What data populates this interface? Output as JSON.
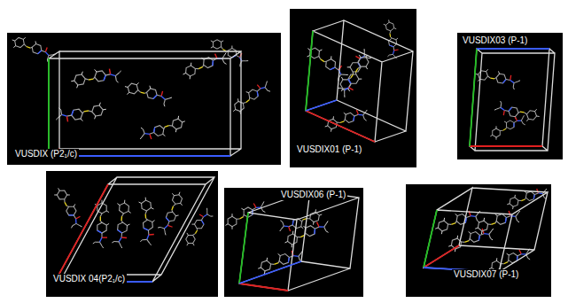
{
  "diagram": {
    "nodes": [
      {
        "text": [
          "VUSDIX (P2₁/c)"
        ]
      },
      {
        "text": [
          "VUSDIX01 (P-1)"
        ]
      },
      {
        "text": [
          "VUSDIX03 (P-1)"
        ]
      },
      {
        "text": [
          "VUSDIX 04(P2₁/c)"
        ]
      },
      {
        "text": [
          "VUSDIX06 (P-1)"
        ]
      },
      {
        "text": [
          "VUSDIX07 (P-1)"
        ]
      }
    ]
  }
}
